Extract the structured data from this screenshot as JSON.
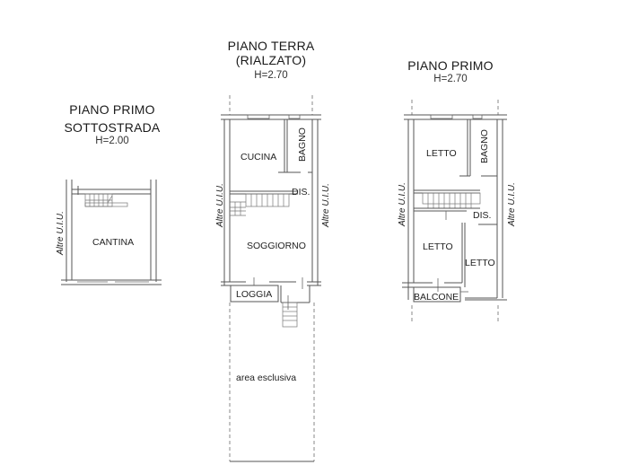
{
  "plans": [
    {
      "title_line1": "PIANO PRIMO",
      "title_line2": "SOTTOSTRADA",
      "height": "H=2.00",
      "rooms": [
        "CANTINA"
      ],
      "neighbors_label": "Altre U.I.U."
    },
    {
      "title_line1": "PIANO TERRA",
      "title_line2": "(RIALZATO)",
      "height": "H=2.70",
      "rooms": [
        "CUCINA",
        "BAGNO",
        "DIS.",
        "SOGGIORNO",
        "LOGGIA"
      ],
      "neighbors_label": "Altre U.I.U.",
      "exterior_label": "area esclusiva"
    },
    {
      "title_line1": "PIANO PRIMO",
      "height": "H=2.70",
      "rooms": [
        "LETTO",
        "BAGNO",
        "DIS.",
        "LETTO",
        "LETTO",
        "BALCONE"
      ],
      "neighbors_label": "Altre U.I.U."
    }
  ]
}
